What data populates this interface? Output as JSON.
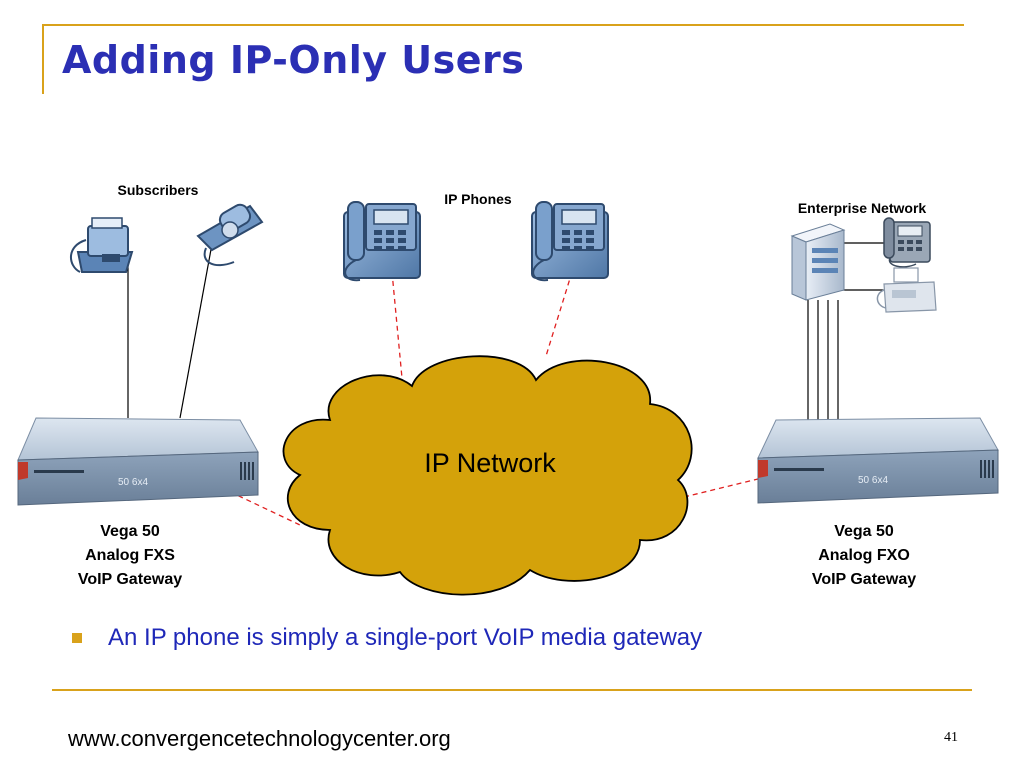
{
  "slide": {
    "title": "Adding IP-Only Users",
    "bullet": "An IP phone is simply a single-port VoIP media gateway",
    "footer_url": "www.convergencetechnologycenter.org",
    "page_number": "41"
  },
  "diagram": {
    "labels": {
      "subscribers": "Subscribers",
      "ip_phones": "IP Phones",
      "enterprise_network": "Enterprise Network",
      "cloud": "IP Network",
      "gateway_left": [
        "Vega 50",
        "Analog FXS",
        "VoIP Gateway"
      ],
      "gateway_right": [
        "Vega 50",
        "Analog FXO",
        "VoIP Gateway"
      ],
      "gateway_model": "50 6x4"
    },
    "colors": {
      "title": "#2b2fb4",
      "accent": "#d9a21b",
      "cloud_fill": "#d4a20a",
      "link_dashed": "#e02020",
      "phone_body": "#6d94c2"
    }
  }
}
